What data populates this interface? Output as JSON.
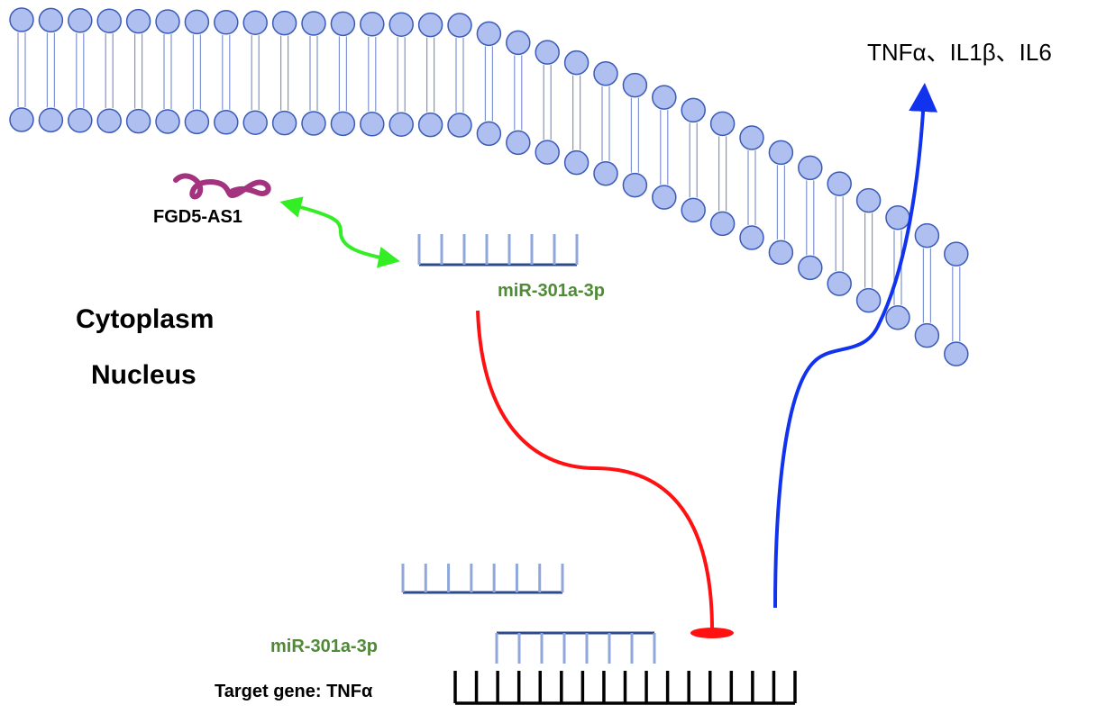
{
  "labels": {
    "cytokines": "TNFα、IL1β、IL6",
    "lncrna": "FGD5-AS1",
    "mirna_cyto": "miR-301a-3p",
    "cytoplasm": "Cytoplasm",
    "nucleus": "Nucleus",
    "mirna_nuc": "miR-301a-3p",
    "target_gene": "Target gene: TNFα"
  },
  "colors": {
    "lipid_head_fill": "#aebff0",
    "lipid_head_stroke": "#3c5bb8",
    "mirna_teeth": "#8fa7da",
    "mirna_backbone": "#2c4a8c",
    "mirna_text": "#4f8a36",
    "lncrna": "#a3327f",
    "green_arrow": "#33ee22",
    "inhibition": "#ff1111",
    "activation": "#1133ee",
    "gene": "#000000"
  }
}
